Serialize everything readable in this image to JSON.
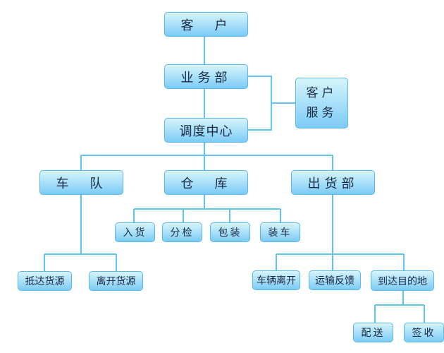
{
  "nodes": {
    "customer": "客　户",
    "business": "业务部",
    "dispatch": "调度中心",
    "service_line1": "客户",
    "service_line2": "服务",
    "fleet": "车　队",
    "warehouse": "仓　库",
    "shipping": "出货部",
    "inbound": "入货",
    "sorting": "分检",
    "packing": "包装",
    "loading": "装车",
    "arrive_source": "抵达货源",
    "leave_source": "离开货源",
    "vehicle_leave": "车辆离开",
    "transport_feedback": "运输反馈",
    "arrive_destination": "到达目的地",
    "delivery": "配送",
    "sign": "签收"
  },
  "colors": {
    "line": "#5ec4f5",
    "border": "#5ab8ee",
    "text": "#1c2b45"
  }
}
